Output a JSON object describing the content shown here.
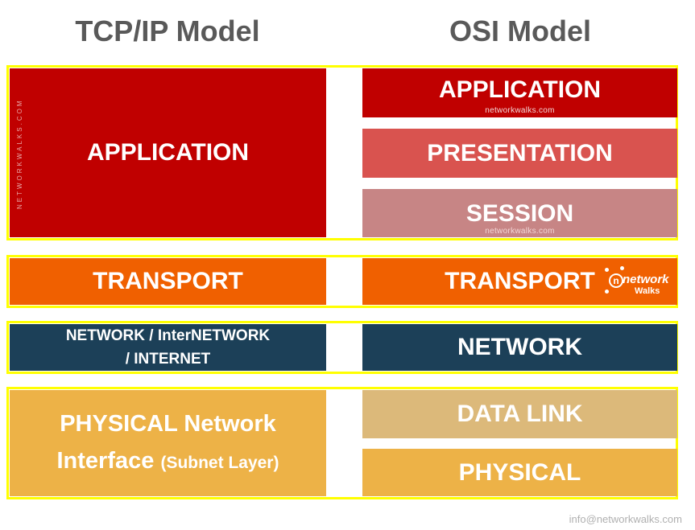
{
  "headings": {
    "tcpip": "TCP/IP Model",
    "osi": "OSI Model"
  },
  "tcpip": {
    "application": "APPLICATION",
    "transport": "TRANSPORT",
    "network_line1": "NETWORK / InterNETWORK",
    "network_line2": "/ INTERNET",
    "physical_line1": "PHYSICAL Network",
    "physical_line2_main": "Interface",
    "physical_line2_sub": "(Subnet Layer)"
  },
  "osi": {
    "application": "APPLICATION",
    "presentation": "PRESENTATION",
    "session": "SESSION",
    "transport": "TRANSPORT",
    "network": "NETWORK",
    "data_link": "DATA LINK",
    "physical": "PHYSICAL"
  },
  "watermarks": {
    "site": "networkwalks.com",
    "vertical": "NETWORKWALKS.COM",
    "logo_line1": "network",
    "logo_line2": "Walks",
    "logo_initial": "n"
  },
  "footer": "info@networkwalks.com",
  "colors": {
    "frame": "#ffff00",
    "application_red": "#c00000",
    "presentation": "#d9534f",
    "session": "#c78585",
    "transport_orange": "#f06000",
    "network_navy": "#1c4058",
    "data_link": "#dcb97a",
    "physical_gold": "#edb247"
  }
}
